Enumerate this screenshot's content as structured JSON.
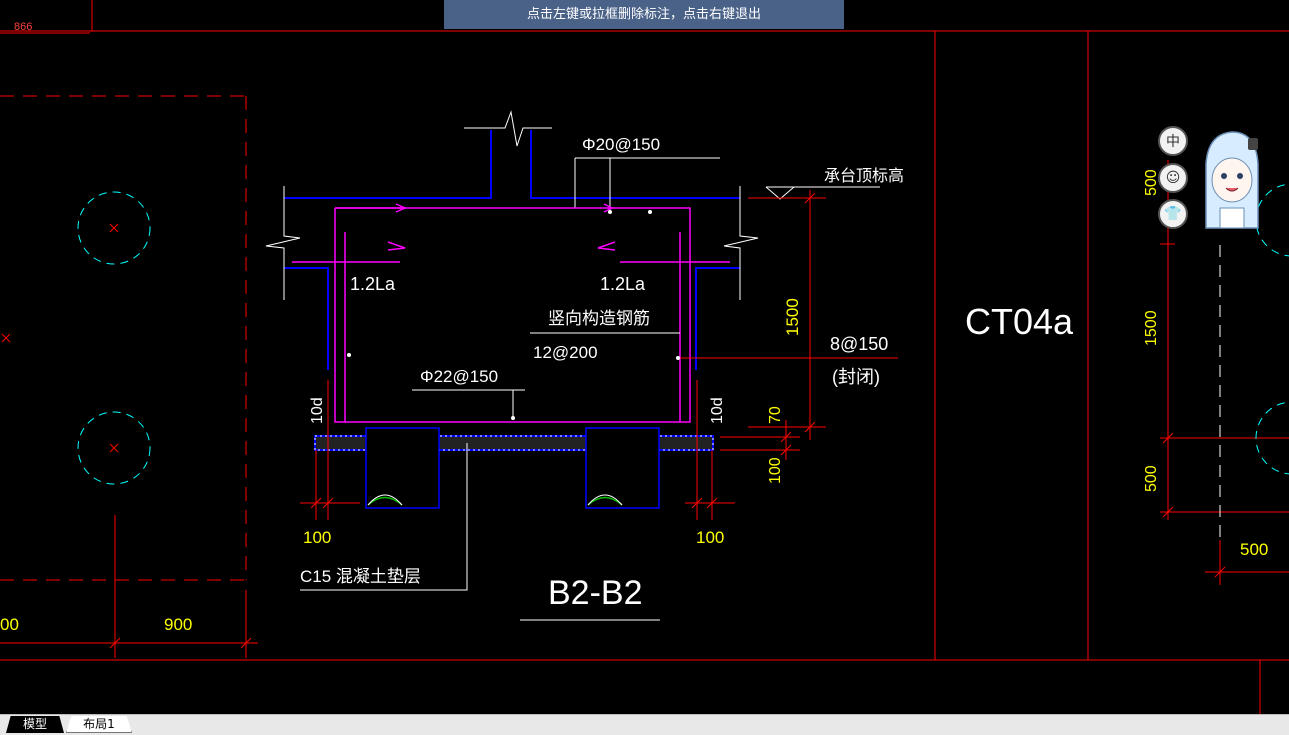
{
  "hint_bar": {
    "text": "点击左键或拉框删除标注，点击右键退出"
  },
  "tabs": [
    {
      "label": "模型",
      "active": true
    },
    {
      "label": "布局1",
      "active": false
    }
  ],
  "float_buttons": [
    {
      "icon": "language-zh-icon",
      "glyph": "中"
    },
    {
      "icon": "emoji-face-icon",
      "glyph": "☺"
    },
    {
      "icon": "shirt-icon",
      "glyph": "👕"
    }
  ],
  "drawing": {
    "top_left_dim": "866",
    "rebar_top": "Φ20@150",
    "cap_top_elevation": "承台顶标高",
    "anchor_left": "1.2La",
    "anchor_right": "1.2La",
    "vertical_rebar_label": "竖向构造钢筋",
    "vertical_rebar_spec": "12@200",
    "side_rebar_spec": "8@150",
    "side_rebar_note": "(封闭)",
    "rebar_bottom": "Φ22@150",
    "dim_1500": "1500",
    "dim_70": "70",
    "dim_100_right": "100",
    "dim_10d_left": "10d",
    "dim_10d_right": "10d",
    "dim_100_bottom_left": "100",
    "dim_100_bottom_right": "100",
    "cushion_label": "C15 混凝土垫层",
    "section_title": "B2-B2",
    "cap_id": "CT04a",
    "left_dim_00": "00",
    "left_dim_900": "900",
    "right_dim_500_top": "500",
    "right_dim_1500": "1500",
    "right_dim_500_mid": "500",
    "right_dim_500_bottom": "500"
  },
  "colors": {
    "frame": "#ff0000",
    "dim_text": "#ffff00",
    "rebar": "#ff00ff",
    "wall": "#0000ff",
    "circle": "#00ffff",
    "pile_arc": "#00c000",
    "text": "#ffffff"
  }
}
